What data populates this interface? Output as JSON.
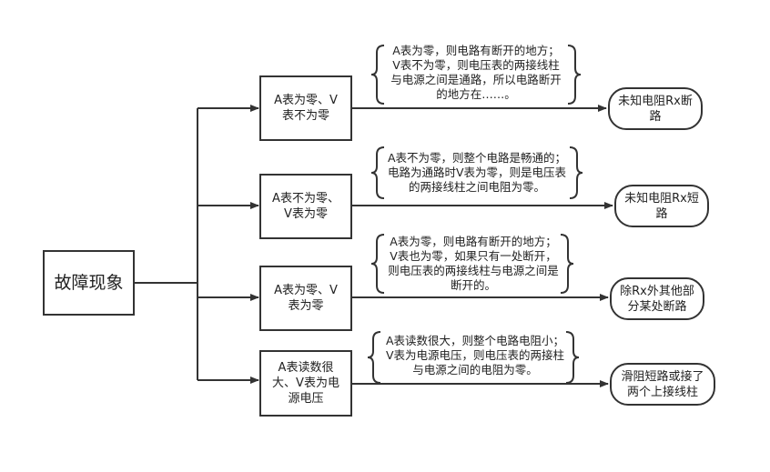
{
  "root": {
    "label": "故障现象"
  },
  "branches": [
    {
      "condition": [
        "A表为零、V",
        "表不为零"
      ],
      "explanation": [
        "A表为零，则电路有断开的地方；",
        "V表不为零，则电压表的两接线柱",
        "与电源之间是通路，所以电路断开",
        "的地方在……。"
      ],
      "result": [
        "未知电阻Rx断",
        "路"
      ]
    },
    {
      "condition": [
        "A表不为零、",
        "V表为零"
      ],
      "explanation": [
        "A表不为零，则整个电路是畅通的；",
        "电路为通路时V表为零，则是电压表",
        "的两接线柱之间电阻为零。"
      ],
      "result": [
        "未知电阻Rx短",
        "路"
      ]
    },
    {
      "condition": [
        "A表为零、V",
        "表为零"
      ],
      "explanation": [
        "A表为零，则电路有断开的地方；",
        "V表也为零，如果只有一处断开，",
        "则电压表的两接线柱与电源之间是",
        "断开的。"
      ],
      "result": [
        "除Rx外其他部",
        "分某处断路"
      ]
    },
    {
      "condition": [
        "A表读数很",
        "大、V表为电",
        "源电压"
      ],
      "explanation": [
        "A表读数很大，则整个电路电阻小；",
        "V表为电源电压，则电压表的两接柱",
        "与电源之间的电阻为零。"
      ],
      "result": [
        "滑阻短路或接了",
        "两个上接线柱"
      ]
    }
  ]
}
